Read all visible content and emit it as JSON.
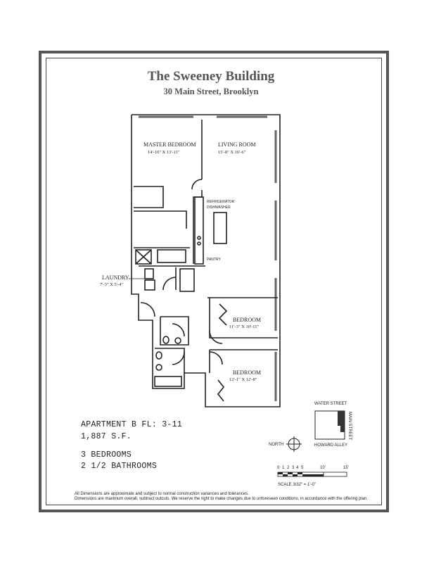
{
  "header": {
    "title": "The Sweeney Building",
    "subtitle": "30 Main Street, Brooklyn"
  },
  "rooms": {
    "master_bedroom": {
      "name": "MASTER BEDROOM",
      "dims": "14'-10\" X 13'-11\""
    },
    "living_room": {
      "name": "LIVING ROOM",
      "dims": "15'-8\" X 16'-6\""
    },
    "laundry": {
      "name": "LAUNDRY",
      "dims": "7'-3\" X 5'-4\""
    },
    "bedroom_1": {
      "name": "BEDROOM",
      "dims": "11'-3\" X 10'-11\""
    },
    "bedroom_2": {
      "name": "BEDROOM",
      "dims": "12'-1\" X 12'-8\""
    },
    "refrigerator": "REFRIGERATOR",
    "dishwasher": "DISHWASHER",
    "pantry": "PANTRY"
  },
  "apartment": {
    "unit": "APARTMENT B   FL: 3-11",
    "area": "1,887 S.F.",
    "bedrooms": "3 BEDROOMS",
    "bathrooms": "2 1/2 BATHROOMS"
  },
  "site": {
    "water_street": "WATER STREET",
    "main_street": "MAIN STREET",
    "howard_alley": "HOWARD ALLEY",
    "north": "NORTH"
  },
  "scale": {
    "ticks": [
      "0",
      "1",
      "2",
      "3",
      "4",
      "5",
      "10'",
      "15'"
    ],
    "label": "SCALE 3/32\" = 1'-0\""
  },
  "disclaimer": {
    "line1": "All Dimensions are approximate and subject to normal construction variances and tolerances.",
    "line2": "Dimensions are maximum overall, subtract outcuts.  We reserve the right to make changes due to unforeseen conditions, in accordance with the offering plan."
  }
}
